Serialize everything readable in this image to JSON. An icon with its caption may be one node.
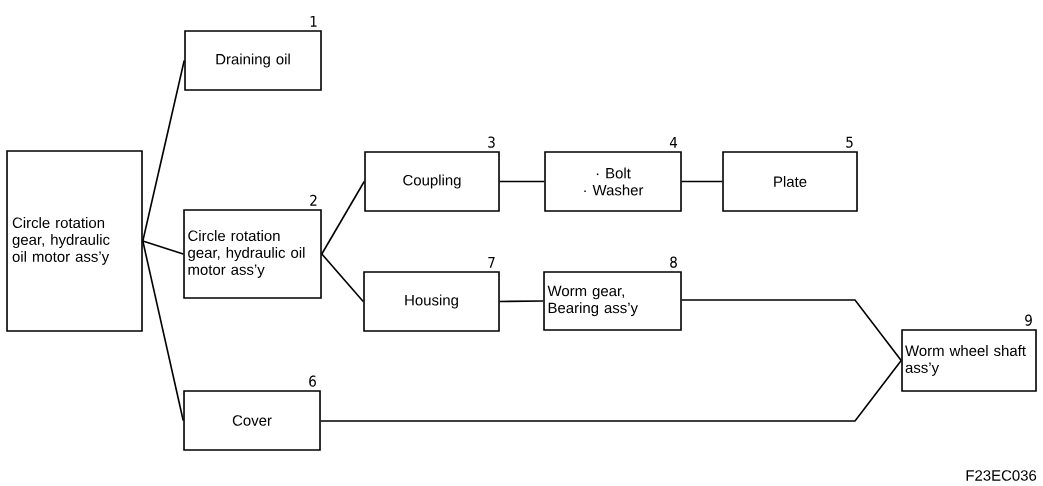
{
  "diagram": {
    "nodes": [
      {
        "text": [
          "Circle rotation gear, hydraulic oil motor ass’y"
        ]
      },
      {
        "text": [
          "Draining oil"
        ],
        "beside": [
          "1"
        ]
      },
      {
        "text": [
          "Circle rotation gear, hydraulic oil motor ass’y"
        ],
        "beside": [
          "2"
        ]
      },
      {
        "text": [
          "Coupling"
        ],
        "beside": [
          "3"
        ]
      },
      {
        "text": [
          "· Bolt",
          "· Washer"
        ],
        "beside": [
          "4"
        ]
      },
      {
        "text": [
          "Plate"
        ],
        "beside": [
          "5"
        ]
      },
      {
        "text": [
          "Cover"
        ],
        "beside": [
          "6"
        ]
      },
      {
        "text": [
          "Housing"
        ],
        "beside": [
          "7"
        ]
      },
      {
        "text": [
          "Worm gear, Bearing ass’y"
        ],
        "beside": [
          "8"
        ]
      },
      {
        "text": [
          "Worm wheel shaft ass’y"
        ],
        "beside": [
          "9"
        ]
      }
    ],
    "edges": [
      {
        "from": 0,
        "to": 1,
        "arrow": "none"
      },
      {
        "from": 0,
        "to": 2,
        "arrow": "none"
      },
      {
        "from": 0,
        "to": 6,
        "arrow": "none"
      },
      {
        "from": 2,
        "to": 3,
        "arrow": "none"
      },
      {
        "from": 3,
        "to": 4,
        "arrow": "none"
      },
      {
        "from": 4,
        "to": 5,
        "arrow": "none"
      },
      {
        "from": 2,
        "to": 7,
        "arrow": "none"
      },
      {
        "from": 7,
        "to": 8,
        "arrow": "none"
      },
      {
        "from": 8,
        "to": 9,
        "arrow": "none"
      },
      {
        "from": 6,
        "to": 9,
        "arrow": "none"
      }
    ],
    "labels": [
      "F23EC036"
    ]
  }
}
